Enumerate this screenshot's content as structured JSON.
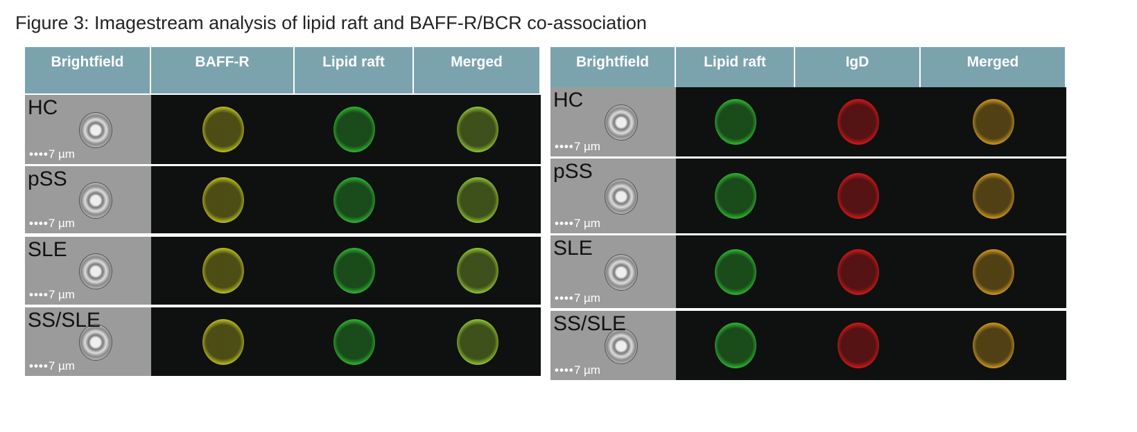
{
  "title": "Figure 3: Imagestream analysis of lipid raft and BAFF-R/BCR co-association",
  "scale_bar": "7 µm",
  "scale_dots": "••••",
  "panels": [
    {
      "name": "baffr-panel",
      "headers": [
        "Brightfield",
        "BAFF-R",
        "Lipid raft",
        "Merged"
      ],
      "channel_colors": [
        "#d8d8d8",
        "#c8c820",
        "#2fc030",
        "#9ad030"
      ],
      "rows": [
        "HC",
        "pSS",
        "SLE",
        "SS/SLE"
      ]
    },
    {
      "name": "igd-panel",
      "headers": [
        "Brightfield",
        "Lipid raft",
        "IgD",
        "Merged"
      ],
      "channel_colors": [
        "#d8d8d8",
        "#2fc030",
        "#e01818",
        "#d8a020"
      ],
      "rows": [
        "HC",
        "pSS",
        "SLE",
        "SS/SLE"
      ]
    }
  ]
}
